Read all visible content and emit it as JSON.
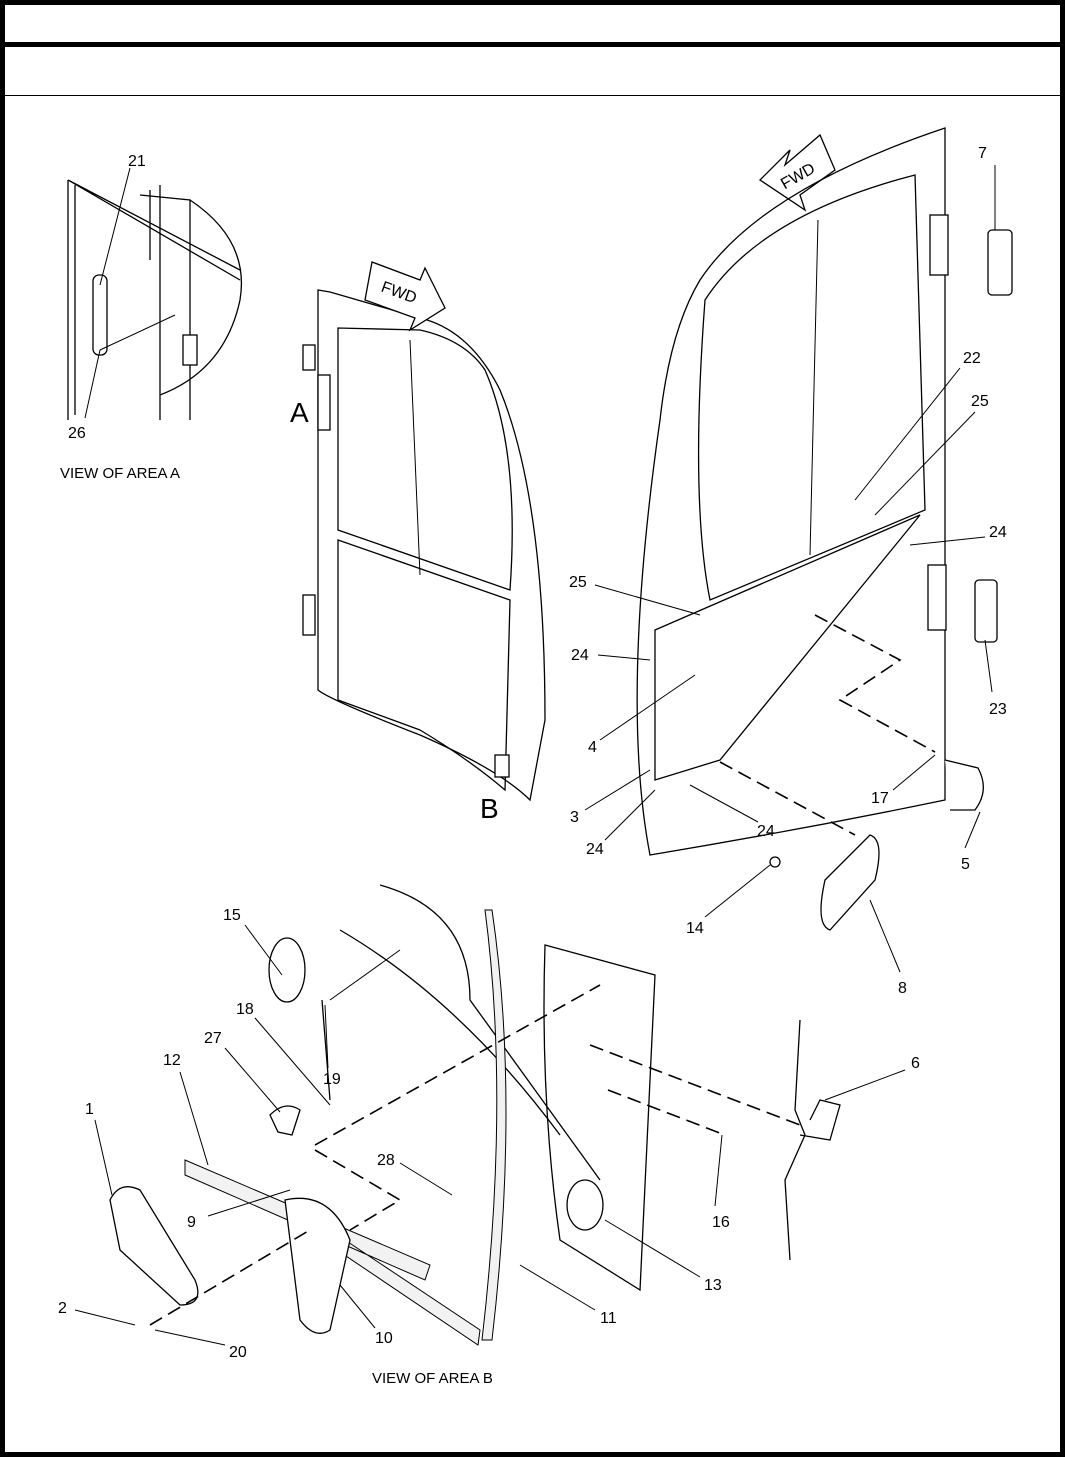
{
  "header": {
    "title": "",
    "subtitle": ""
  },
  "diagram": {
    "area_markers": {
      "a": "A",
      "b": "B"
    },
    "fwd_label": "FWD",
    "captions": {
      "view_a": "VIEW OF AREA  A",
      "view_b": "VIEW OF AREA  B"
    },
    "callouts": [
      "21",
      "26",
      "7",
      "22",
      "25",
      "24",
      "25",
      "24",
      "4",
      "3",
      "24",
      "24",
      "23",
      "17",
      "5",
      "14",
      "8",
      "15",
      "18",
      "19",
      "27",
      "12",
      "1",
      "9",
      "28",
      "16",
      "6",
      "13",
      "11",
      "10",
      "2",
      "20"
    ]
  }
}
